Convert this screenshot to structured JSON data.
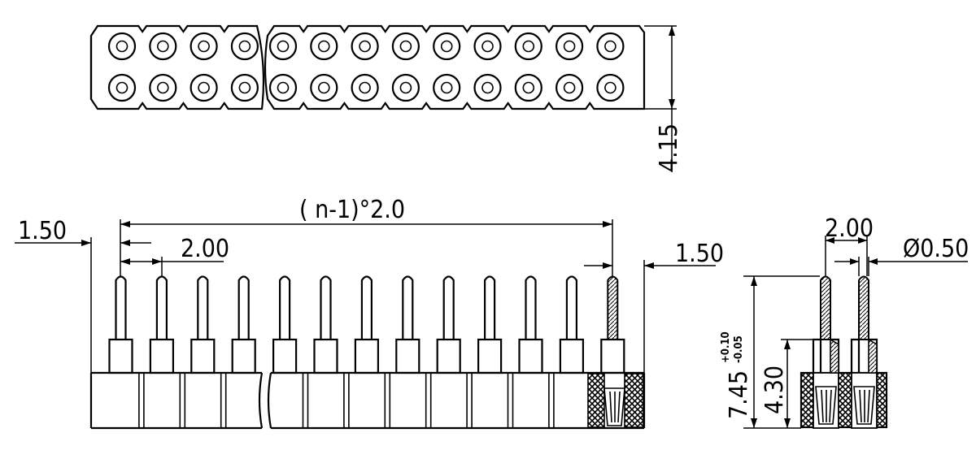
{
  "colors": {
    "line": "#000000",
    "background": "#ffffff"
  },
  "top_view": {
    "rows": 2,
    "holes_left_group": 4,
    "holes_right_group": 9,
    "height_label": "4.15"
  },
  "front_view": {
    "pins": 13,
    "length_label": "( n-1)°2.0",
    "left_offset_label": "1.50",
    "pitch_label": "2.00",
    "right_offset_label": "1.50"
  },
  "side_view": {
    "pitch_label": "2.00",
    "pin_diameter_label": "Ø0.50",
    "total_height_label": "7.45",
    "tolerance_plus": "+0.10",
    "tolerance_minus": "-0.05",
    "body_height_label": "4.30"
  }
}
